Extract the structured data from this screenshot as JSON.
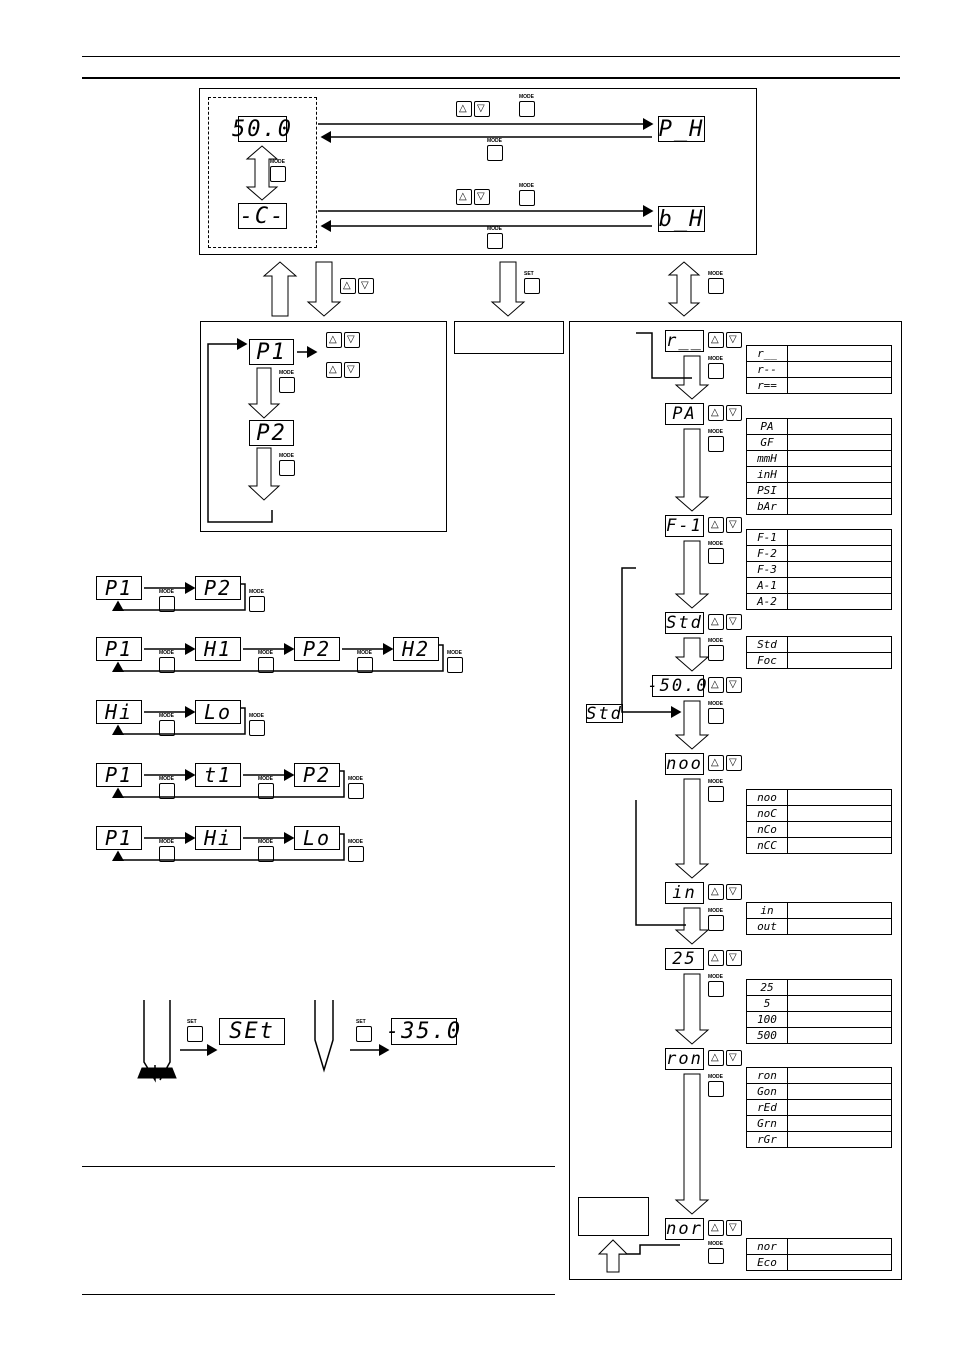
{
  "labels": {
    "mode": "MODE",
    "set": "SET"
  },
  "top_panel": {
    "disp_main": "50.0",
    "disp_unit": "-C-",
    "disp_ph": "P_H",
    "disp_bh": "b_H"
  },
  "mid_panel": {
    "disp_p1": "P1",
    "disp_p2": "P2"
  },
  "sequences": [
    [
      "P1",
      "P2"
    ],
    [
      "P1",
      "H1",
      "P2",
      "H2"
    ],
    [
      "Hi",
      "Lo"
    ],
    [
      "P1",
      "t1",
      "P2"
    ],
    [
      "P1",
      "Hi",
      "Lo"
    ]
  ],
  "zero": {
    "disp_set": "SEt",
    "disp_val": "-35.0"
  },
  "flow": {
    "side_display": "Std",
    "steps": [
      {
        "display": "r__",
        "options": [
          "r__",
          "r--",
          "r=="
        ]
      },
      {
        "display": "PA",
        "options": [
          "PA",
          "GF",
          "mmH",
          "inH",
          "PSI",
          "bAr"
        ]
      },
      {
        "display": "F-1",
        "options": [
          "F-1",
          "F-2",
          "F-3",
          "A-1",
          "A-2"
        ]
      },
      {
        "display": "Std",
        "options": [
          "Std",
          "Foc"
        ]
      },
      {
        "display": "-50.0",
        "options": []
      },
      {
        "display": "noo",
        "options": [
          "noo",
          "noC",
          "nCo",
          "nCC"
        ]
      },
      {
        "display": "in",
        "options": [
          "in",
          "out"
        ]
      },
      {
        "display": "25",
        "options": [
          "25",
          "5",
          "100",
          "500"
        ]
      },
      {
        "display": "ron",
        "options": [
          "ron",
          "Gon",
          "rEd",
          "Grn",
          "rGr"
        ]
      },
      {
        "display": "nor",
        "options": [
          "nor",
          "Eco"
        ]
      }
    ]
  }
}
